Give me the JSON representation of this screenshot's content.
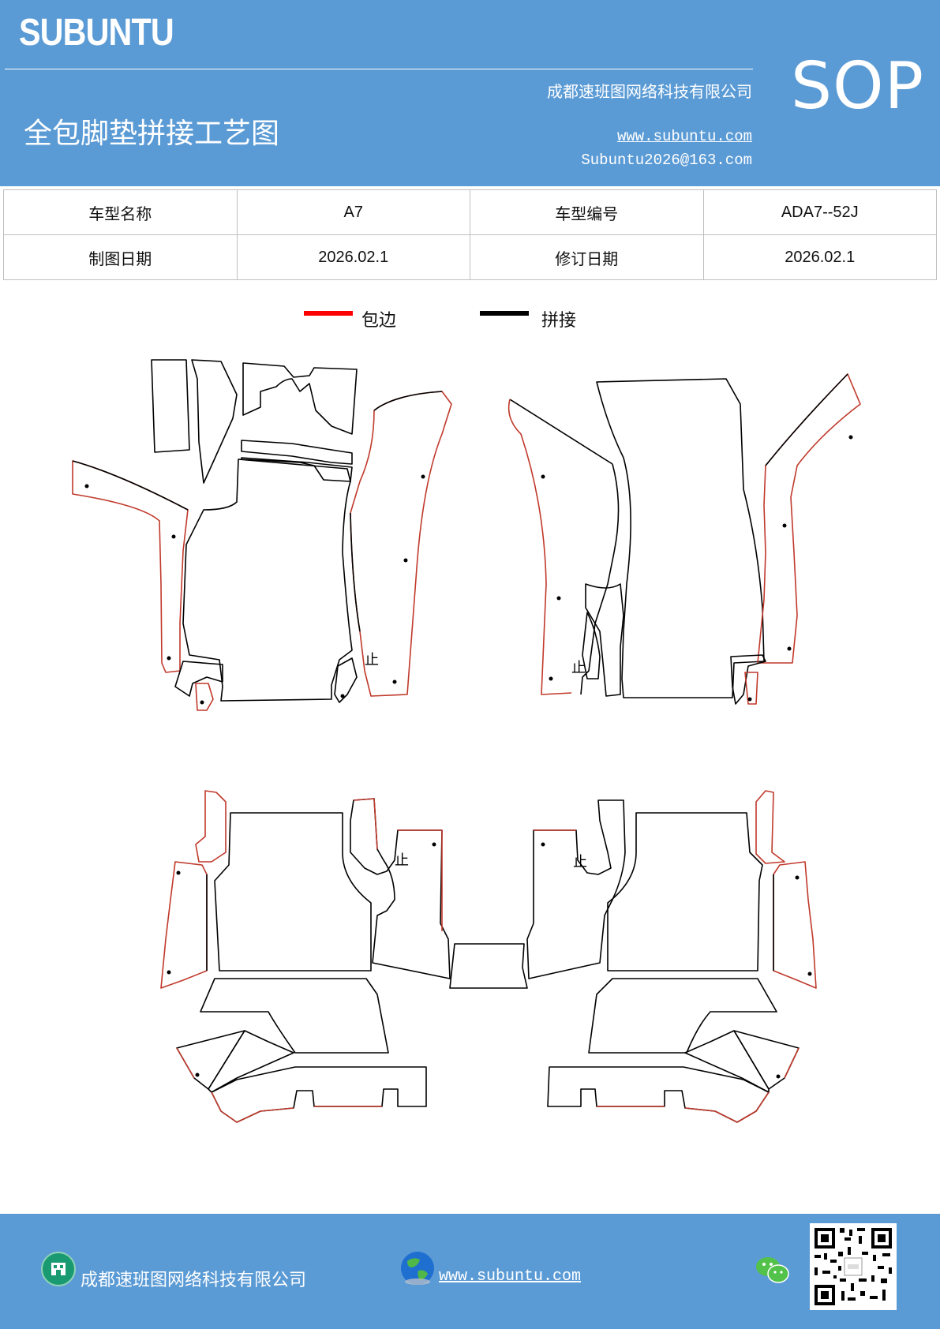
{
  "header": {
    "brand": "SUBUNTU",
    "company": "成都速班图网络科技有限公司",
    "website": "www.subuntu.com",
    "email": "Subuntu2026@163.com",
    "title": "全包脚垫拼接工艺图",
    "badge": "SOP"
  },
  "info_table": {
    "model_name_label": "车型名称",
    "model_name_value": "A7",
    "model_code_label": "车型编号",
    "model_code_value": "ADA7--52J",
    "draw_date_label": "制图日期",
    "draw_date_value": "2026.02.1",
    "revise_date_label": "修订日期",
    "revise_date_value": "2026.02.1"
  },
  "legend": {
    "items": [
      {
        "label": "包边",
        "color": "#ff0000"
      },
      {
        "label": "拼接",
        "color": "#000000"
      }
    ]
  },
  "diagram": {
    "marker": "止",
    "edge_color": "#c0392b",
    "seam_color": "#000000"
  },
  "footer": {
    "company": "成都速班图网络科技有限公司",
    "website": "www.subuntu.com ",
    "company_icon": "building-icon",
    "web_icon": "globe-icon",
    "chat_icon": "wechat-icon",
    "qr": "qr-code"
  }
}
